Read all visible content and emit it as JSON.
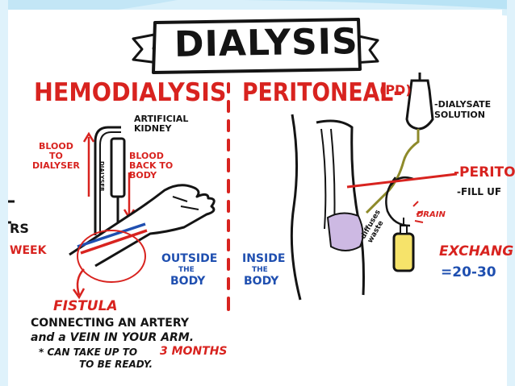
{
  "title": "DIALYSIS",
  "left": {
    "heading": "HEMODIALYSIS",
    "labels": {
      "artificial_kidney": "ARTIFICIAL\nKIDNEY",
      "blood_to": "BLOOD\nTO\nDIALYSER",
      "blood_back": "BLOOD\nBACK TO\nBODY",
      "dialyser_text": "DIALYSER",
      "outside_line1": "OUTSIDE",
      "outside_line2": "THE",
      "outside_line3": "BODY",
      "fistula": "FISTULA",
      "connecting_line1": "CONNECTING AN ARTERY",
      "connecting_line2": "and a VEIN IN YOUR ARM.",
      "can_take_prefix": "* CAN TAKE UP TO",
      "can_take_highlight": "3 MONTHS",
      "can_take_line2": "TO BE READY.",
      "edge_rs": "RS",
      "edge_week": "WEEK"
    }
  },
  "right": {
    "heading": "PERITONEAL-",
    "heading_abbr": "(PD)",
    "labels": {
      "dialysate": "-DIALYSATE\nSOLUTION",
      "perito": "-PERITO",
      "fill_up": "-FILL UF",
      "drain": "DRAIN",
      "diffuses_waste": "diffuses\nwaste",
      "inside_line1": "INSIDE",
      "inside_line2": "THE",
      "inside_line3": "BODY",
      "exchange": "EXCHANG",
      "exchange_value": "=20-30"
    }
  },
  "colors": {
    "accent_red": "#d8231f",
    "accent_blue": "#1f4fb0",
    "ink": "#141414",
    "frame_blue": "#bfe6f5"
  }
}
